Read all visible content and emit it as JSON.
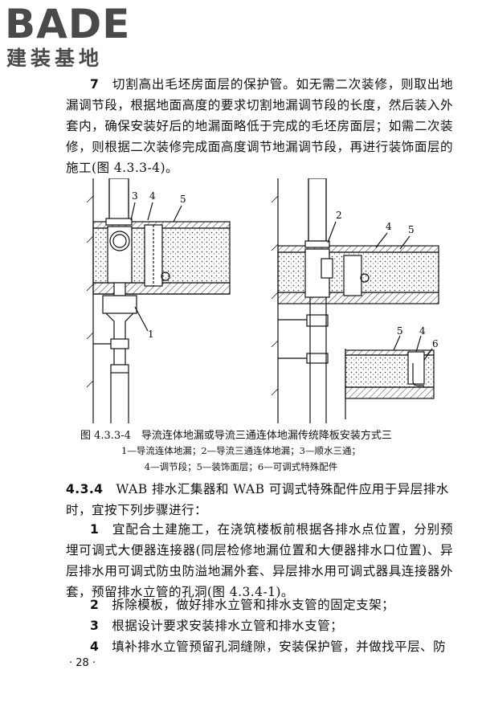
{
  "logo": {
    "word": "BADE",
    "subtitle": "建装基地"
  },
  "para7": {
    "number": "7",
    "text": "切割高出毛坯房面层的保护管。如无需二次装修，则取出地漏调节段，根据地面高度的要求切割地漏调节段的长度，然后装入外套内，确保安装好后的地漏面略低于完成的毛坯房面层；如需二次装修，则根据二次装修完成面高度调节地漏调节段，再进行装饰面层的施工(图 4.3.3-4)。"
  },
  "figure": {
    "callouts_left": [
      "3",
      "4",
      "5",
      "1"
    ],
    "callouts_right": [
      "2",
      "4",
      "5"
    ],
    "callouts_detail": [
      "5",
      "4",
      "6"
    ],
    "caption": "图 4.3.3-4　导流连体地漏或导流三通连体地漏传统降板安装方式三",
    "legend_line1": "1—导流连体地漏；2—导流三通连体地漏；3—顺水三通；",
    "legend_line2": "4—调节段；5—装饰面层；6—可调式特殊配件"
  },
  "section": {
    "number": "4.3.4",
    "text": "WAB 排水汇集器和 WAB 可调式特殊配件应用于异层排水时，宜按下列步骤进行："
  },
  "steps": [
    {
      "number": "1",
      "text": "宜配合土建施工，在浇筑楼板前根据各排水点位置，分别预埋可调式大便器连接器(同层检修地漏位置和大便器排水口位置)、异层排水用可调式防虫防溢地漏外套、异层排水用可调式器具连接器外套，预留排水立管的孔洞(图 4.3.4-1)。"
    },
    {
      "number": "2",
      "text": "拆除模板，做好排水立管和排水支管的固定支架；"
    },
    {
      "number": "3",
      "text": "根据设计要求安装排水立管和排水支管；"
    },
    {
      "number": "4",
      "text": "填补排水立管预留孔洞缝隙，安装保护管，并做找平层、防"
    }
  ],
  "page": {
    "number": "· 28 ·"
  }
}
